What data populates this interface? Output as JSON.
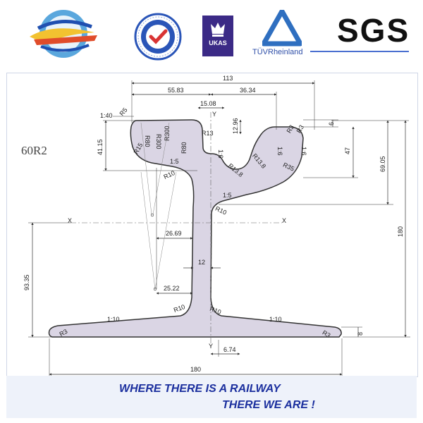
{
  "logos": {
    "ukas_label": "UKAS",
    "tuv_label": "TÜVRheinland",
    "sgs_label": "SGS"
  },
  "drawing": {
    "model": "60R2",
    "dims": {
      "total_width_top": "113",
      "head_width_left": "55.83",
      "head_width_right": "36.34",
      "web_offset": "15.08",
      "y_axis_top": "Y",
      "y_axis_bottom": "Y",
      "x_axis_left": "X",
      "x_axis_right": "X",
      "slope_140": "1:40",
      "r5": "R5",
      "r80_a": "R80",
      "r300_a": "R300",
      "r300_b": "R300",
      "r80_b": "R80",
      "r15": "R15",
      "r13_top": "R13",
      "dim_1296": "12.96",
      "dim_6": "6",
      "r3_a": "R3",
      "r3_b": "R3",
      "dim_4115": "41.15",
      "slope_15_a": "1:5",
      "r10_a": "R10",
      "slope_16_a": "1:6",
      "r138_a": "R13.8",
      "r138_b": "R13.8",
      "slope_16_b": "1:6",
      "slope_16_c": "1:6",
      "r35": "R35",
      "dim_47": "47",
      "dim_6905": "69.05",
      "slope_15_b": "1:5",
      "r10_b": "R10",
      "dim_2669": "26.69",
      "dim_180_vert": "180",
      "dim_12": "12",
      "dim_9335": "93.35",
      "dim_2522": "25.22",
      "r10_c": "R10",
      "r10_d": "R10",
      "slope_110_a": "1:10",
      "slope_110_b": "1:10",
      "r3_foot_left": "R3",
      "r3_foot_right": "R3",
      "dim_8": "8",
      "dim_674": "6.74",
      "dim_180_base": "180"
    }
  },
  "slogan": {
    "line1": "WHERE THERE IS A RAILWAY",
    "line2": "THERE WE ARE !"
  }
}
